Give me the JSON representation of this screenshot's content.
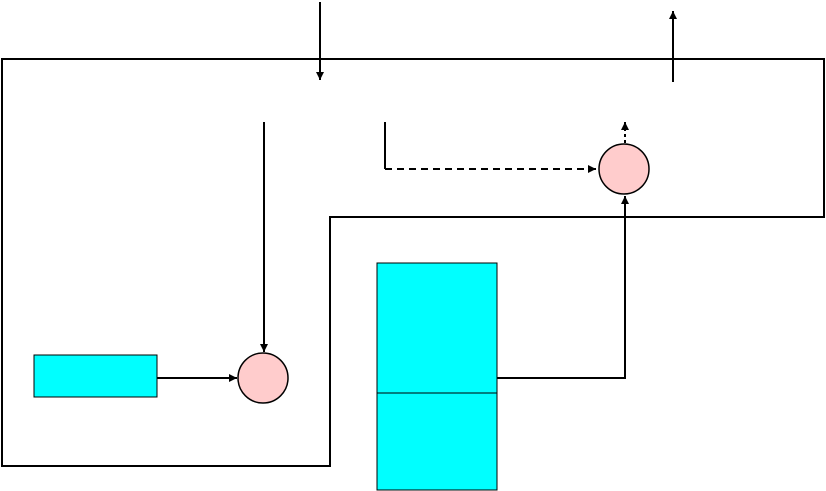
{
  "diagram": {
    "text_labels": [],
    "colors": {
      "outline": "#000000",
      "block_fill": "#00ffff",
      "node_fill": "#ffcccc",
      "background": "#ffffff"
    },
    "elements": [
      "boundary-outline",
      "input-arrow-top",
      "output-arrow-top",
      "vertical-line-left",
      "dashed-line",
      "dotted-up-arrow",
      "cyan-block-left",
      "cyan-block-stack-top",
      "cyan-block-stack-bottom",
      "circle-node-left",
      "circle-node-right"
    ]
  }
}
